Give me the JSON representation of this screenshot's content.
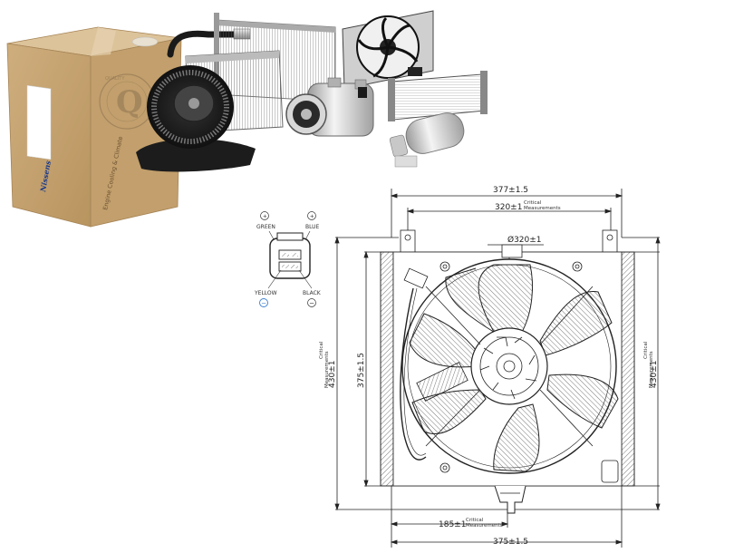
{
  "box": {
    "brand": "Nissens",
    "slogan": "Engine Cooling & Climate",
    "seal": "QUALITY"
  },
  "connector": {
    "pin_top_left": "GREEN",
    "pin_top_right": "BLUE",
    "pin_bottom_left": "YELLOW",
    "pin_bottom_right": "BLACK",
    "sign_plus": "+",
    "sign_minus": "−"
  },
  "dimensions": {
    "top_width": "377±1.5",
    "mount_spacing": "320±1",
    "critical_label": "Critical",
    "critical_label_2": "Measurements",
    "fan_diameter": "Ø320±1",
    "left_height": "430±1",
    "inner_height": "375±1.5",
    "right_height": "430±1",
    "bottom_offset": "185±1",
    "bottom_width": "375±1.5"
  },
  "colors": {
    "carton": "#c8a878",
    "carton_dark": "#a8865a",
    "hatch": "#555555",
    "line": "#222222"
  }
}
